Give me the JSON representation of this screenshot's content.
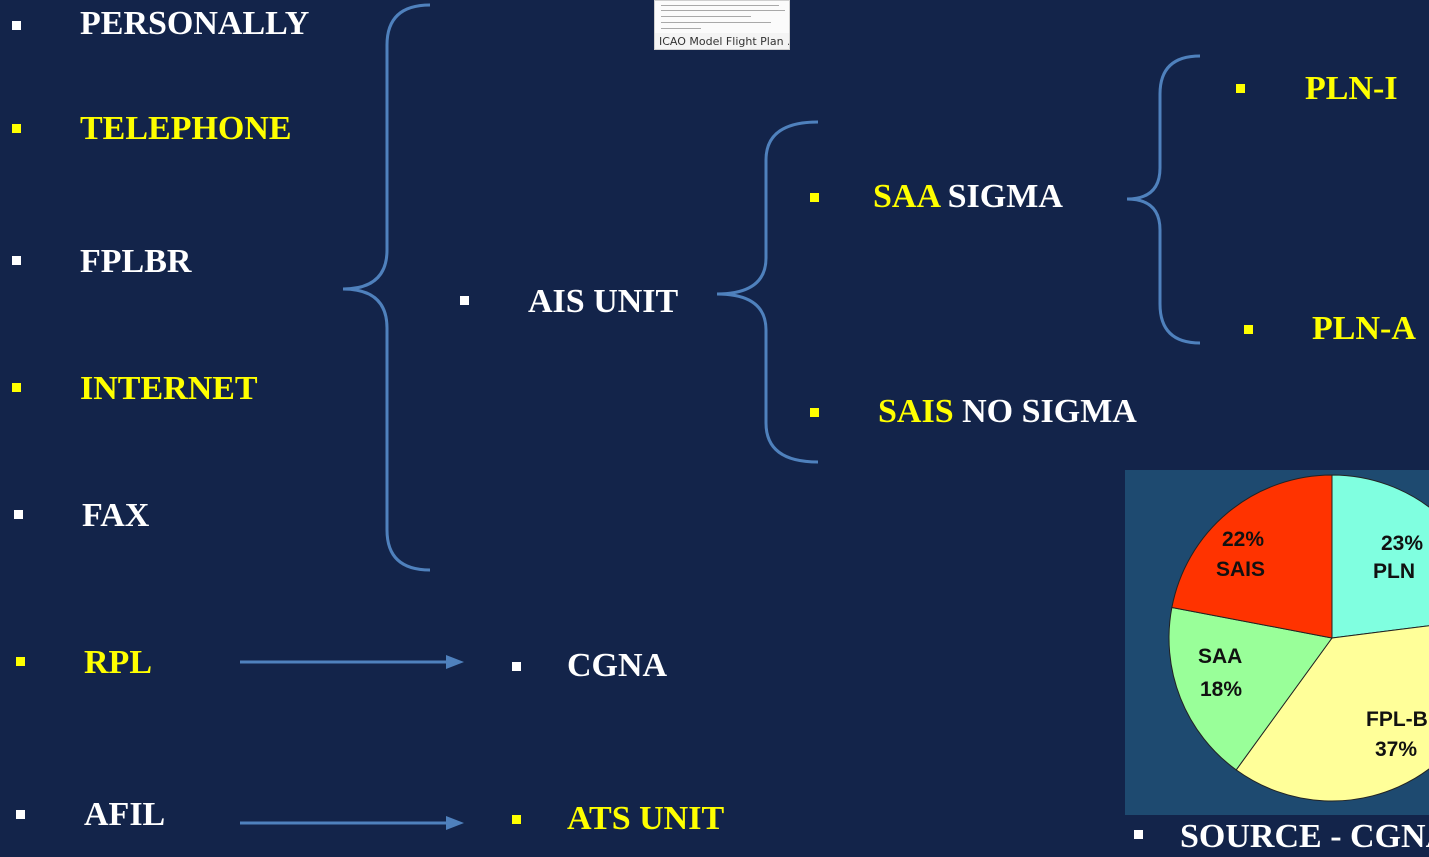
{
  "left_items": [
    {
      "label": "PERSONALLY",
      "color": "#ffffff"
    },
    {
      "label": "TELEPHONE",
      "color": "#ffff00"
    },
    {
      "label": "FPLBR",
      "color": "#ffffff"
    },
    {
      "label": "INTERNET",
      "color": "#ffff00"
    },
    {
      "label": "FAX",
      "color": "#ffffff"
    },
    {
      "label": "RPL",
      "color": "#ffff00"
    },
    {
      "label": "AFIL",
      "color": "#ffffff"
    }
  ],
  "ais_unit": "AIS UNIT",
  "saa": {
    "highlight": "SAA",
    "rest": " SIGMA"
  },
  "sais": {
    "highlight": "SAIS",
    "rest": " NO SIGMA"
  },
  "pln_i": "PLN-I",
  "pln_a": "PLN-A",
  "cgna": "CGNA",
  "ats_unit": "ATS UNIT",
  "thumbnail_caption": "ICAO Model Flight Plan ...",
  "source_label": "SOURCE - CGNA",
  "colors": {
    "background": "#13244a",
    "bracket": "#4f81bd",
    "highlight": "#ffff00",
    "text": "#ffffff"
  },
  "chart_data": {
    "type": "pie",
    "slices": [
      {
        "label": "PLN",
        "value": 23,
        "text": "23%",
        "color": "#80ffe0"
      },
      {
        "label": "FPL-BR",
        "value": 37,
        "text": "37%",
        "color": "#ffff99"
      },
      {
        "label": "SAA",
        "value": 18,
        "text": "18%",
        "color": "#99ff99"
      },
      {
        "label": "SAIS",
        "value": 22,
        "text": "22%",
        "color": "#ff3300"
      }
    ]
  }
}
